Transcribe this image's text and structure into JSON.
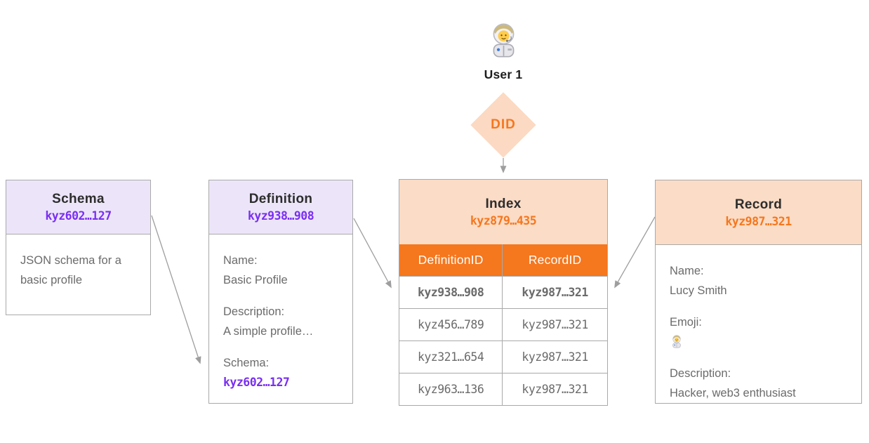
{
  "user": {
    "emoji": "🧑‍🚀",
    "label": "User 1"
  },
  "did": {
    "label": "DID"
  },
  "boxes": {
    "schema": {
      "title": "Schema",
      "id": "kyz602…127",
      "body": "JSON schema for a basic profile"
    },
    "definition": {
      "title": "Definition",
      "id": "kyz938…908",
      "fields": [
        {
          "label": "Name:",
          "value": "Basic Profile"
        },
        {
          "label": "Description:",
          "value": "A simple profile…"
        },
        {
          "label": "Schema:",
          "value": "kyz602…127"
        }
      ]
    },
    "index": {
      "title": "Index",
      "id": "kyz879…435",
      "columns": [
        "DefinitionID",
        "RecordID"
      ],
      "rows": [
        {
          "definition_id": "kyz938…908",
          "record_id": "kyz987…321",
          "highlight": true
        },
        {
          "definition_id": "kyz456…789",
          "record_id": "kyz987…321",
          "highlight": false
        },
        {
          "definition_id": "kyz321…654",
          "record_id": "kyz987…321",
          "highlight": false
        },
        {
          "definition_id": "kyz963…136",
          "record_id": "kyz987…321",
          "highlight": false
        }
      ]
    },
    "record": {
      "title": "Record",
      "id": "kyz987…321",
      "fields": [
        {
          "label": "Name:",
          "value": "Lucy Smith"
        },
        {
          "label": "Emoji:",
          "value": "🧑‍🚀"
        },
        {
          "label": "Description:",
          "value": "Hacker, web3 enthusiast"
        }
      ]
    }
  },
  "colors": {
    "purple_text": "#7a2ff2",
    "orange_text": "#f5771e",
    "orange_fill": "#f5771e",
    "peach_fill": "#fbdcc6",
    "diamond_fill": "#fcd9c2",
    "lavender_fill": "#ece5fa",
    "border_gray": "#a9a9a9",
    "arrow_gray": "#9e9e9e",
    "body_text_gray": "#6b6b6b",
    "title_text": "#2d2d2d",
    "background": "#ffffff"
  }
}
